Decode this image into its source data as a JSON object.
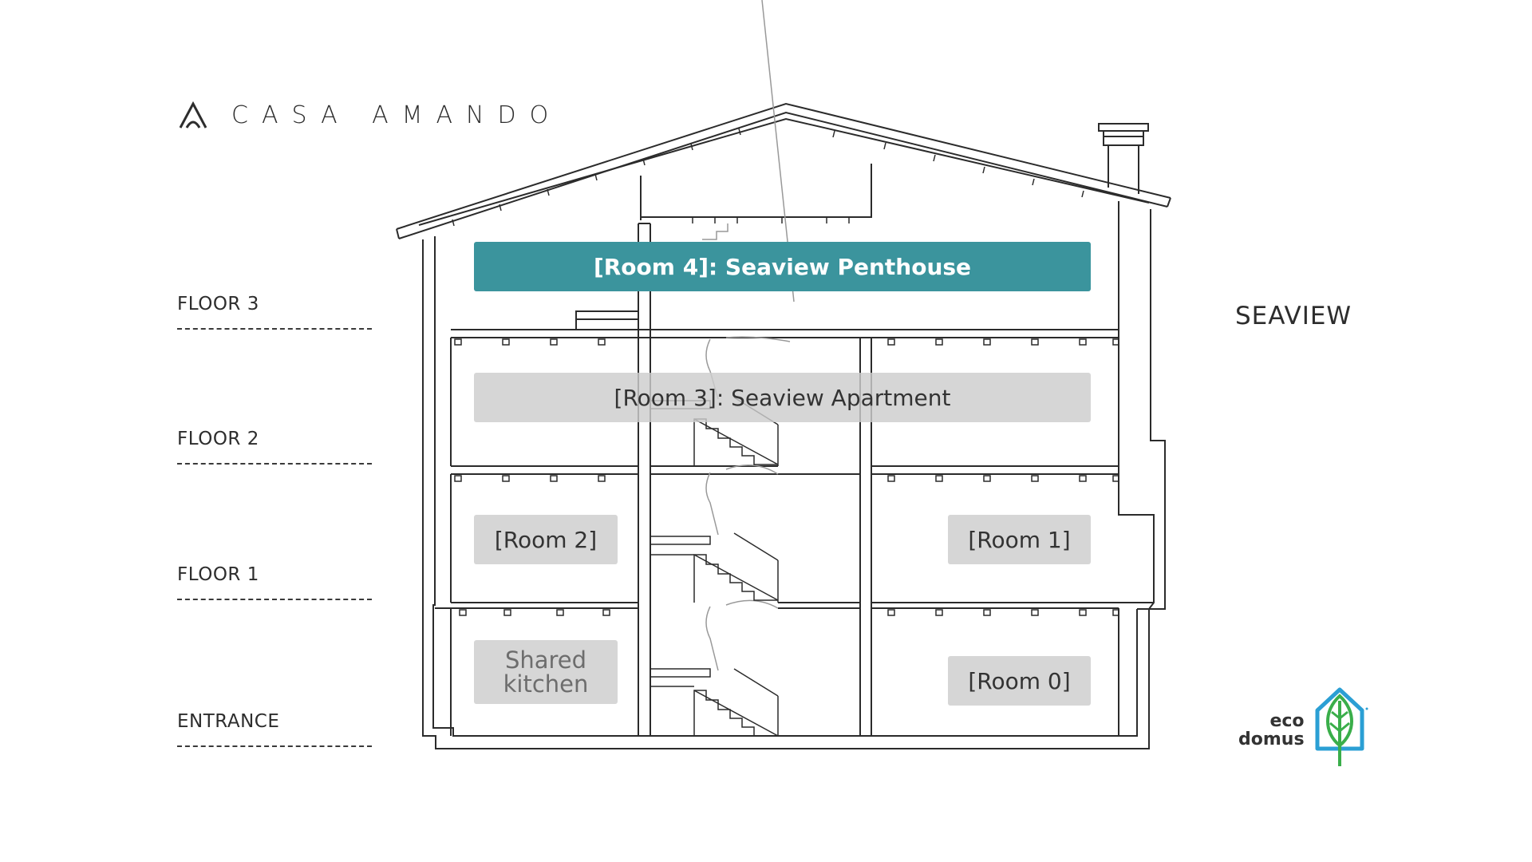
{
  "brand": {
    "name": "CASA AMANDO"
  },
  "floors": [
    {
      "label": "FLOOR 3"
    },
    {
      "label": "FLOOR 2"
    },
    {
      "label": "FLOOR 1"
    },
    {
      "label": "ENTRANCE"
    }
  ],
  "side_label": "SEAVIEW",
  "rooms": [
    {
      "label": "[Room 4]: Seaview Penthouse",
      "style": "teal"
    },
    {
      "label": "[Room 3]: Seaview Apartment",
      "style": "gray"
    },
    {
      "label": "[Room 2]",
      "style": "gray"
    },
    {
      "label": "[Room 1]",
      "style": "gray"
    },
    {
      "label": "Shared kitchen",
      "style": "gray"
    },
    {
      "label": "[Room 0]",
      "style": "gray"
    }
  ],
  "eco_badge": {
    "line1": "eco",
    "line2": "domus"
  },
  "colors": {
    "accent": "#3b949d",
    "room_gray": "#cdcdcd",
    "line": "#2b2b2b",
    "eco_blue": "#2b9fd4",
    "eco_green": "#3aae4a"
  }
}
